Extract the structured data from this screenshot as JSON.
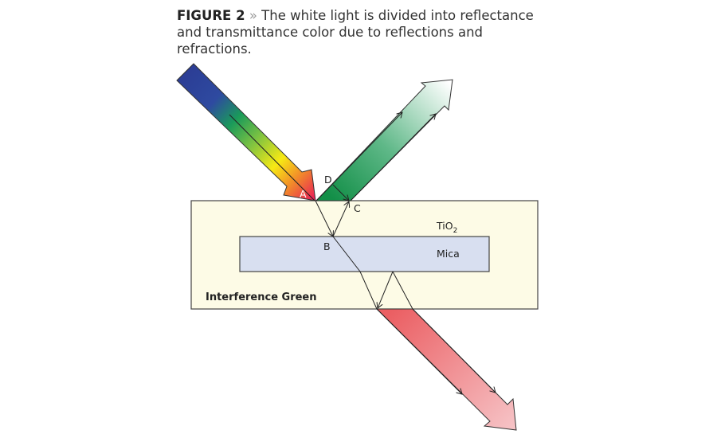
{
  "caption": {
    "figure_label": "FIGURE 2",
    "separator": "»",
    "text": "The white light is divided into reflectance and transmittance color due to reflections and refractions."
  },
  "diagram": {
    "points": {
      "a": "A",
      "b": "B",
      "c": "C",
      "d": "D"
    },
    "layers": {
      "outer": "TiO",
      "outer_sub": "2",
      "inner": "Mica"
    },
    "pigment_label": "Interference Green",
    "colors": {
      "outer_fill": "#fdfbe6",
      "mica_fill": "#d8dff0",
      "reflect": "#1f9a55",
      "transmit": "#ec6468"
    }
  }
}
